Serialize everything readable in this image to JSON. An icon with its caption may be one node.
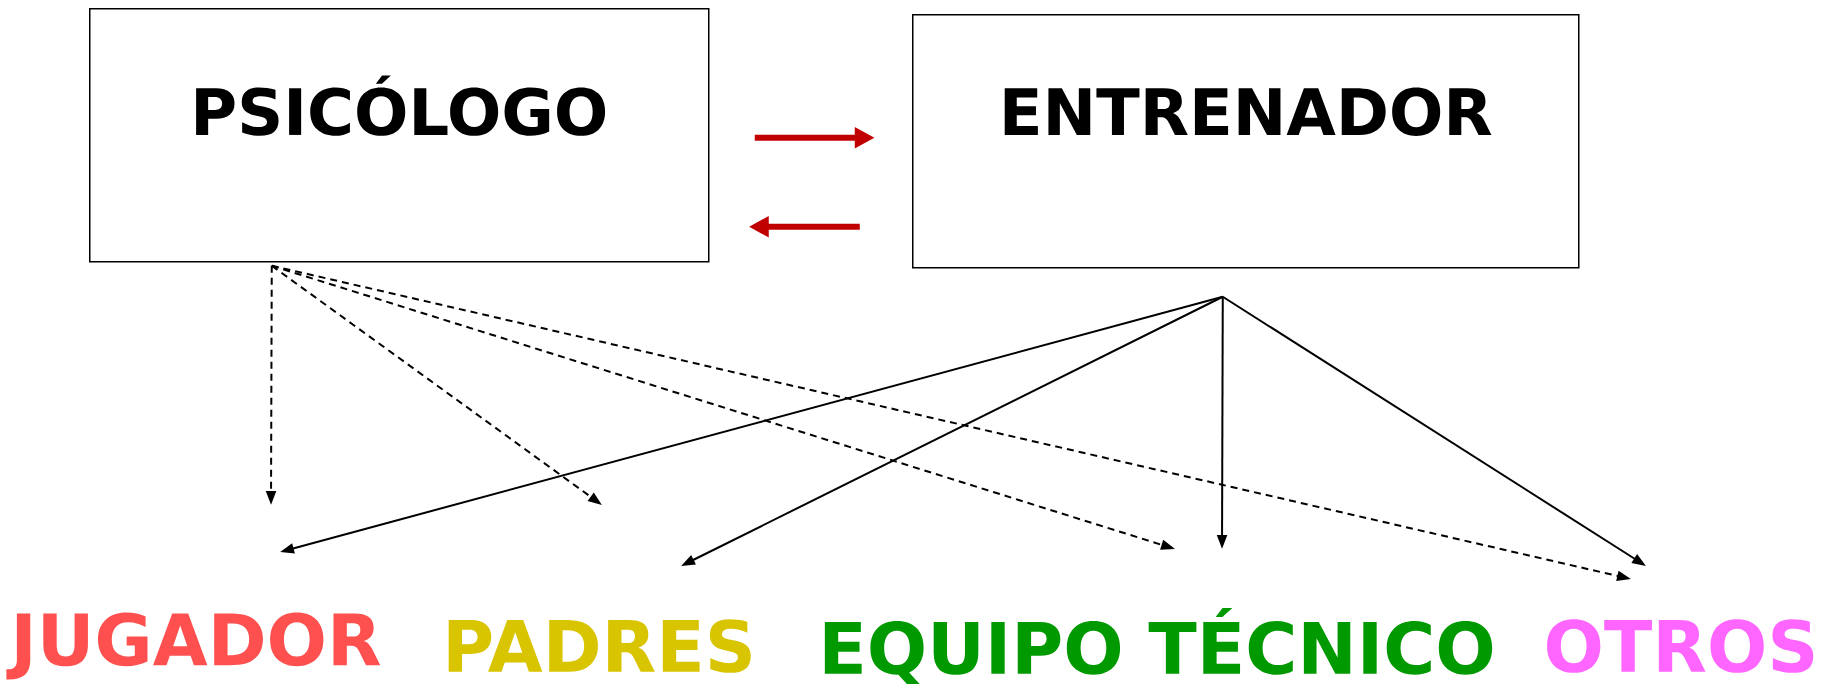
{
  "diagram": {
    "nodes": [
      {
        "text": [
          "PSICÓLOGO"
        ]
      },
      {
        "text": [
          "ENTRENADOR"
        ]
      },
      {
        "text": [
          "JUGADOR"
        ]
      },
      {
        "text": [
          "PADRES"
        ]
      },
      {
        "text": [
          "EQUIPO TÉCNICO"
        ]
      },
      {
        "text": [
          "OTROS"
        ]
      }
    ],
    "edges": [
      {
        "from": 0,
        "to": 1,
        "arrow": "to",
        "style": "thick",
        "color": "#c00000"
      },
      {
        "from": 1,
        "to": 0,
        "arrow": "to",
        "style": "thick",
        "color": "#c00000"
      },
      {
        "from": 0,
        "to": 2,
        "arrow": "to",
        "style": "dashed"
      },
      {
        "from": 0,
        "to": 3,
        "arrow": "to",
        "style": "dashed"
      },
      {
        "from": 0,
        "to": 4,
        "arrow": "to",
        "style": "dashed"
      },
      {
        "from": 0,
        "to": 5,
        "arrow": "to",
        "style": "dashed"
      },
      {
        "from": 1,
        "to": 2,
        "arrow": "to"
      },
      {
        "from": 1,
        "to": 3,
        "arrow": "to"
      },
      {
        "from": 1,
        "to": 4,
        "arrow": "to"
      },
      {
        "from": 1,
        "to": 5,
        "arrow": "to"
      }
    ]
  }
}
